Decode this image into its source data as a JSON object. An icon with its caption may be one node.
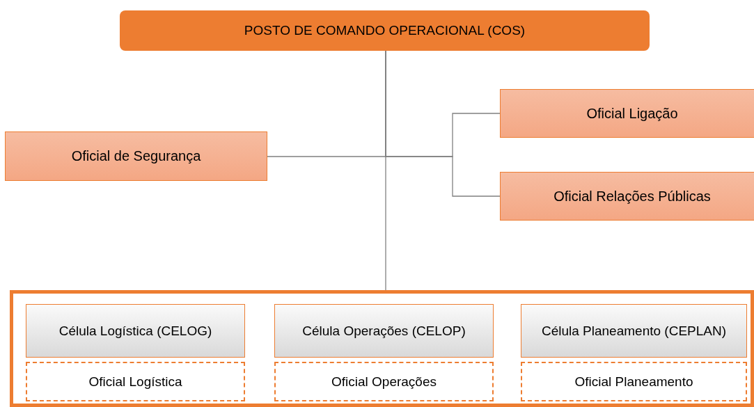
{
  "diagram": {
    "nodes": [
      {
        "text": [
          "POSTO DE COMANDO OPERACIONAL (COS)"
        ]
      },
      {
        "text": [
          "Oficial de Segurança"
        ]
      },
      {
        "text": [
          "Oficial Ligação"
        ]
      },
      {
        "text": [
          "Oficial Relações Públicas"
        ]
      },
      {
        "text": [],
        "shape": "box"
      },
      {
        "text": [
          "Célula Logística (CELOG)"
        ],
        "in": 4
      },
      {
        "text": [
          "Oficial Logística"
        ],
        "in": 4
      },
      {
        "text": [
          "Célula Operações (CELOP)"
        ],
        "in": 4
      },
      {
        "text": [
          "Oficial Operações"
        ],
        "in": 4
      },
      {
        "text": [
          "Célula Planeamento (CEPLAN)"
        ],
        "in": 4
      },
      {
        "text": [
          "Oficial Planeamento"
        ],
        "in": 4
      }
    ],
    "edges": [
      {
        "from": 0,
        "to": 1,
        "arrow": "none"
      },
      {
        "from": 0,
        "to": 2,
        "arrow": "none"
      },
      {
        "from": 0,
        "to": 3,
        "arrow": "none"
      },
      {
        "from": 0,
        "to": 4,
        "arrow": "none"
      }
    ]
  }
}
